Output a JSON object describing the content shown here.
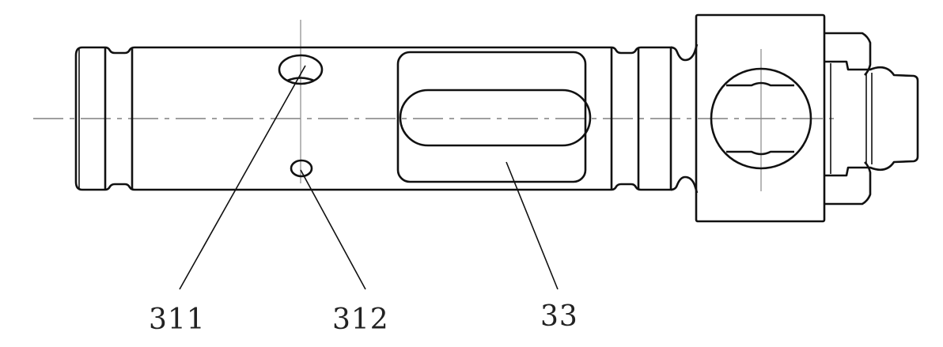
{
  "figure": {
    "labels": [
      {
        "id": "311",
        "text": "311"
      },
      {
        "id": "312",
        "text": "312"
      },
      {
        "id": "33",
        "text": "33"
      }
    ]
  }
}
